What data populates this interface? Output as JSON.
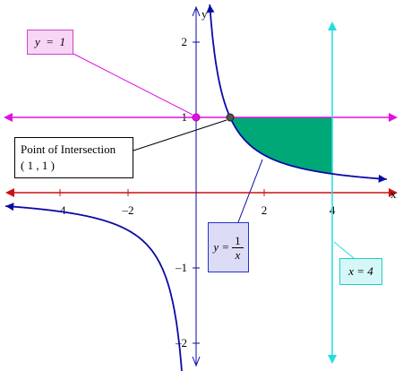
{
  "axes": {
    "x_label": "x",
    "y_label": "y",
    "x_ticks": [
      {
        "value": -4,
        "label": "–4"
      },
      {
        "value": -2,
        "label": "–2"
      },
      {
        "value": 2,
        "label": "2"
      },
      {
        "value": 4,
        "label": "4"
      }
    ],
    "y_ticks": [
      {
        "value": 2,
        "label": "2"
      },
      {
        "value": 1,
        "label": "1"
      },
      {
        "value": -1,
        "label": "–1"
      },
      {
        "value": -2,
        "label": "–2"
      }
    ],
    "x_range": [
      -5.5,
      5.5
    ],
    "y_range": [
      -2.5,
      2.5
    ]
  },
  "labels": {
    "line_y1": "y  =  1",
    "intersection_title": "Point of Intersection",
    "intersection_coords": "( 1 , 1 )",
    "curve_lhs": "y =",
    "curve_num": "1",
    "curve_den": "x",
    "line_x4": "x = 4"
  },
  "colors": {
    "curve": "#0a0aa6",
    "horizontal_line": "#e011e0",
    "vertical_line": "#22dde0",
    "x_axis": "#cc1111",
    "shaded_region": "#00a878"
  },
  "intersection_point": {
    "x": 1,
    "y": 1
  }
}
